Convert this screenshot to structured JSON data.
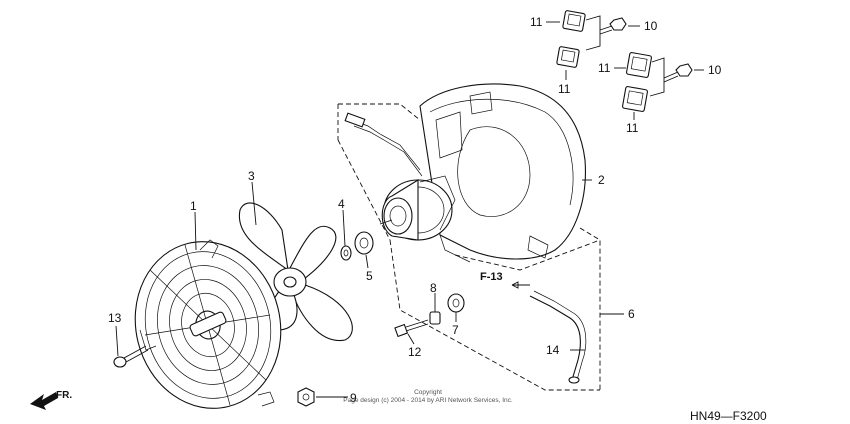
{
  "callouts": {
    "c1": "1",
    "c2": "2",
    "c3": "3",
    "c4": "4",
    "c5": "5",
    "c6": "6",
    "c7": "7",
    "c8": "8",
    "c9": "9",
    "c10a": "10",
    "c10b": "10",
    "c11a": "11",
    "c11b": "11",
    "c11c": "11",
    "c11d": "11",
    "c12": "12",
    "c13": "13",
    "c14": "14"
  },
  "section_ref": "F-13",
  "copyright": {
    "line1": "Copyright",
    "line2": "Page design (c) 2004 - 2014 by ARI Network Services, Inc."
  },
  "direction_label": "FR.",
  "diagram_code": "HN49—F3200"
}
